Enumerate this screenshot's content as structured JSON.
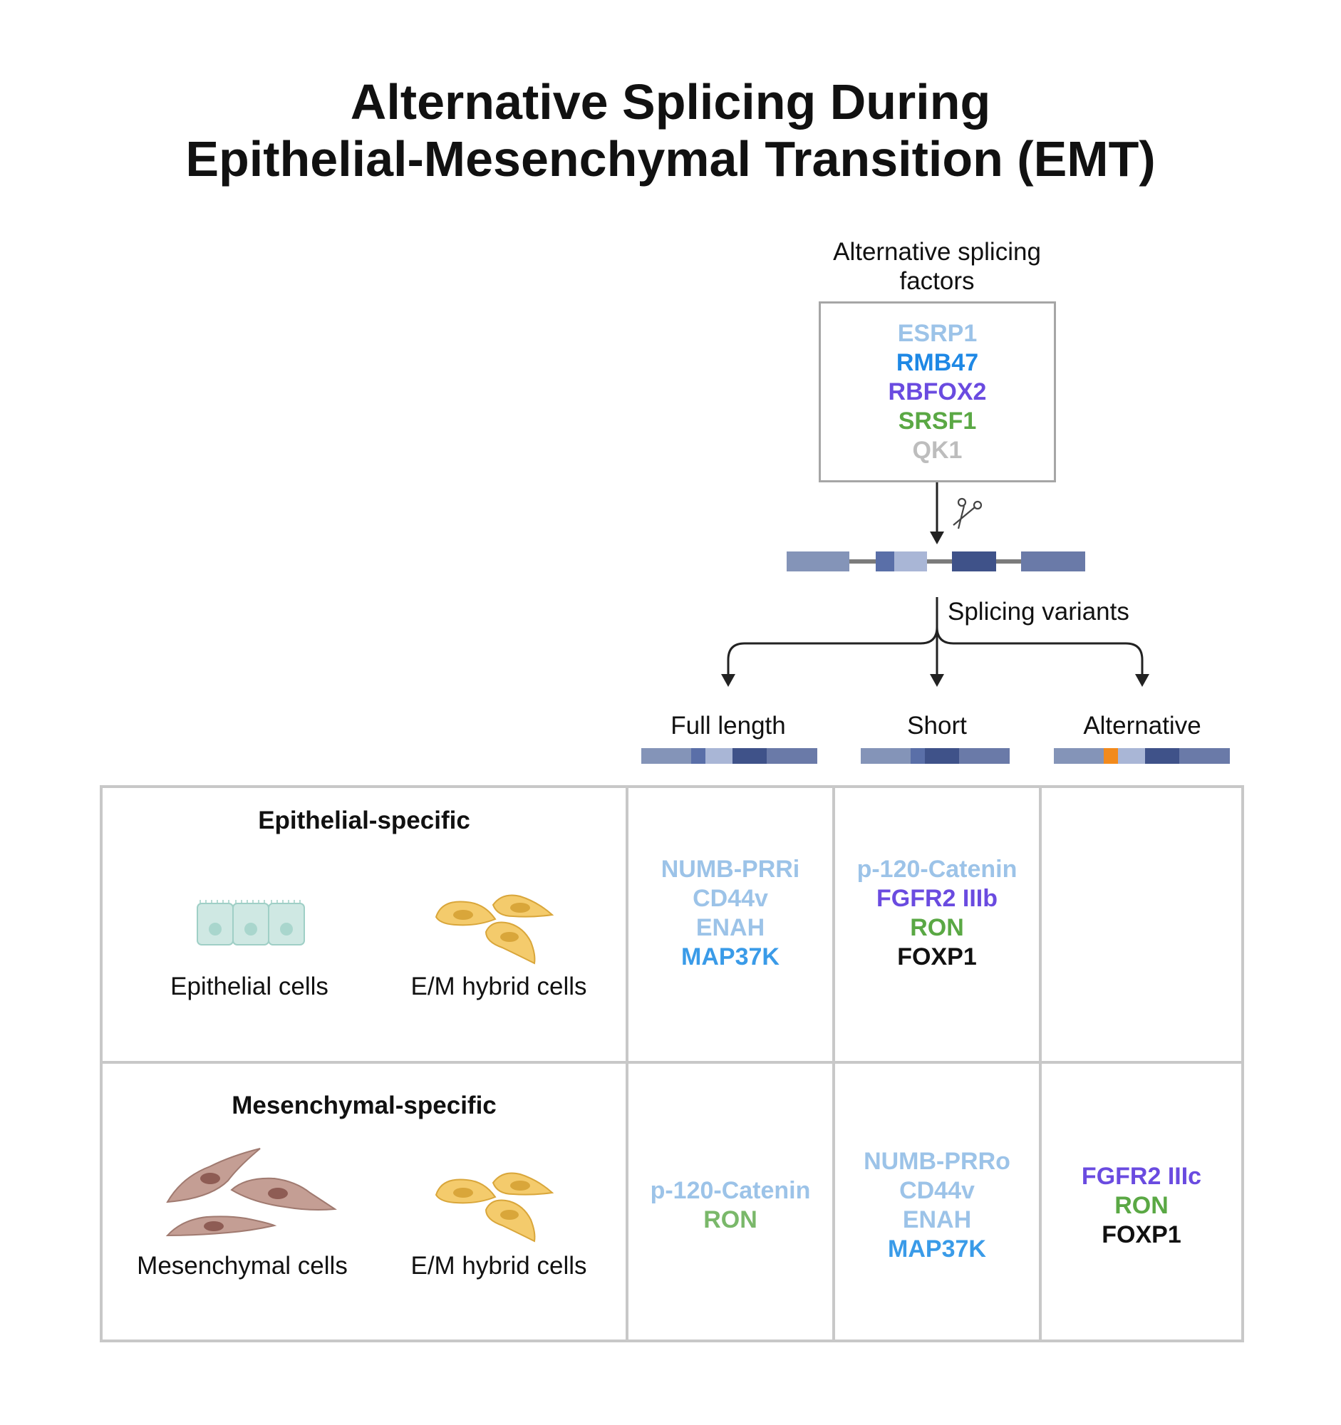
{
  "title": {
    "line1": "Alternative Splicing During",
    "line2": "Epithelial-Mesenchymal Transition (EMT)"
  },
  "factors": {
    "label_line1": "Alternative splicing",
    "label_line2": "factors",
    "items": [
      {
        "name": "ESRP1",
        "color": "#9cc3e8"
      },
      {
        "name": "RMB47",
        "color": "#1e88e5"
      },
      {
        "name": "RBFOX2",
        "color": "#6a4be0"
      },
      {
        "name": "SRSF1",
        "color": "#5aa844"
      },
      {
        "name": "QK1",
        "color": "#bdbdbd"
      }
    ]
  },
  "splicing_label": "Splicing variants",
  "variants": [
    {
      "label": "Full length"
    },
    {
      "label": "Short"
    },
    {
      "label": "Alternative"
    }
  ],
  "rows": [
    {
      "heading": "Epithelial-specific",
      "cell_types": [
        "Epithelial cells",
        "E/M hybrid cells"
      ],
      "full_length": [
        {
          "name": "NUMB-PRRi",
          "color": "#9cc3e8"
        },
        {
          "name": "CD44v",
          "color": "#9cc3e8"
        },
        {
          "name": "ENAH",
          "color": "#9cc3e8"
        },
        {
          "name": "MAP37K",
          "color": "#3a9be8"
        }
      ],
      "short": [
        {
          "name": "p-120-Catenin",
          "color": "#9cc3e8"
        },
        {
          "name": "FGFR2 IIIb",
          "color": "#6a4be0"
        },
        {
          "name": "RON",
          "color": "#5aa844"
        },
        {
          "name": "FOXP1",
          "color": "#111111"
        }
      ],
      "alternative": []
    },
    {
      "heading": "Mesenchymal-specific",
      "cell_types": [
        "Mesenchymal cells",
        "E/M hybrid cells"
      ],
      "full_length": [
        {
          "name": "p-120-Catenin",
          "color": "#9cc3e8"
        },
        {
          "name": "RON",
          "color": "#7ab86a"
        }
      ],
      "short": [
        {
          "name": "NUMB-PRRo",
          "color": "#9cc3e8"
        },
        {
          "name": "CD44v",
          "color": "#9cc3e8"
        },
        {
          "name": "ENAH",
          "color": "#9cc3e8"
        },
        {
          "name": "MAP37K",
          "color": "#3a9be8"
        }
      ],
      "alternative": [
        {
          "name": "FGFR2 IIIc",
          "color": "#6a4be0"
        },
        {
          "name": "RON",
          "color": "#5aa844"
        },
        {
          "name": "FOXP1",
          "color": "#111111"
        }
      ]
    }
  ],
  "colors": {
    "exon_a": "#8494b8",
    "exon_b": "#5a6fa8",
    "exon_c": "#a9b6d6",
    "exon_d": "#3f5289",
    "exon_e": "#6a7aa8",
    "alt_exon": "#f28a1c",
    "intron": "#7b7b7b",
    "grid_line": "#c8c8c8",
    "epithelial_cell": "#cfe8e3",
    "hybrid_cell": "#f4cb6c",
    "mesenchymal_cell": "#c49e94"
  }
}
